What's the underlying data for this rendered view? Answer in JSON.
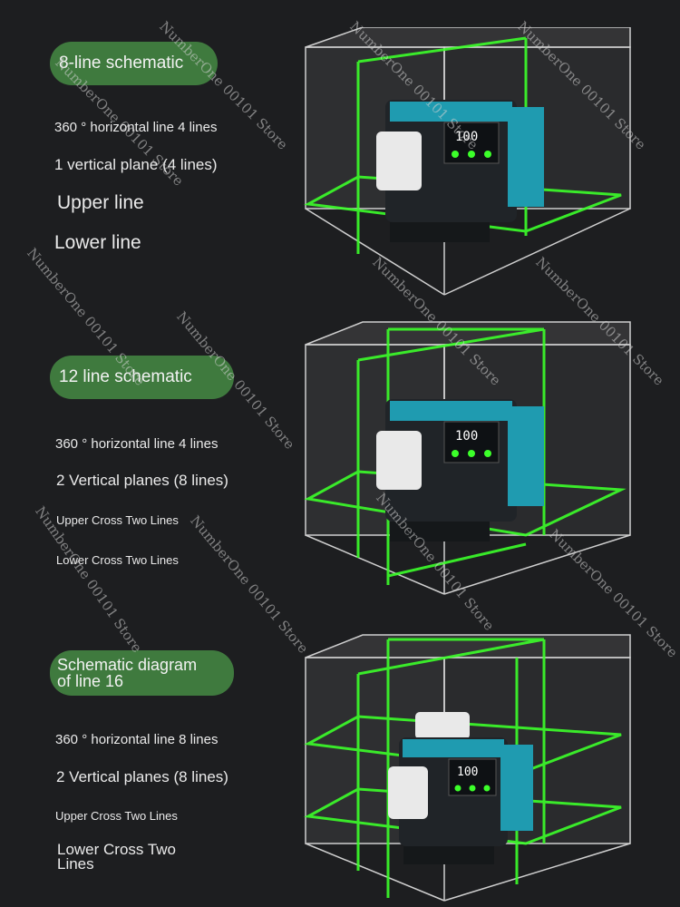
{
  "sections": [
    {
      "title": "8-line schematic",
      "features": [
        "360 ° horizontal line 4 lines",
        "1 vertical plane (4 lines)",
        "Upper line",
        "Lower line"
      ]
    },
    {
      "title": "12 line schematic",
      "features": [
        "360 ° horizontal line 4 lines",
        "2 Vertical planes (8 lines)",
        "Upper Cross Two Lines",
        "Lower Cross Two Lines"
      ]
    },
    {
      "title_line1": "Schematic diagram",
      "title_line2": "of line 16",
      "features": [
        "360 ° horizontal line 8 lines",
        "2 Vertical planes (8 lines)",
        "Upper Cross Two Lines",
        "Lower Cross Two",
        "Lines"
      ]
    }
  ],
  "display_text": "100",
  "watermark": "NumberOne 00101 Store",
  "colors": {
    "background": "#1d1e20",
    "pill": "#3f7a3e",
    "laser": "#3cff2a",
    "device_teal": "#1f9bb0",
    "device_dark": "#202428"
  }
}
